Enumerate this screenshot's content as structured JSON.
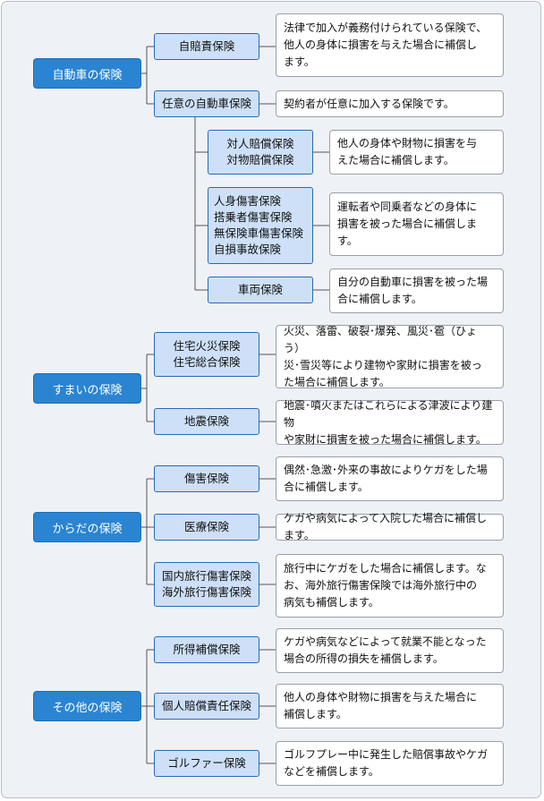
{
  "colors": {
    "category_bg": "#2a84d2",
    "item_bg": "#cde0f7",
    "item_border": "#2a6ab3",
    "line": "#555555"
  },
  "categories": [
    {
      "label": "自動車の保険"
    },
    {
      "label": "すまいの保険"
    },
    {
      "label": "からだの保険"
    },
    {
      "label": "その他の保険"
    }
  ],
  "items": [
    {
      "label": "自賠責保険",
      "desc": "法律で加入が義務付けられている保険で、\n他人の身体に損害を与えた場合に補償し\nます。"
    },
    {
      "label": "任意の自動車保険",
      "desc": "契約者が任意に加入する保険です。"
    },
    {
      "label": "対人賠償保険\n対物賠償保険",
      "desc": "他人の身体や財物に損害を与\nえた場合に補償します。"
    },
    {
      "label": "人身傷害保険\n搭乗者傷害保険\n無保険車傷害保険\n自損事故保険",
      "desc": "運転者や同乗者などの身体に\n損害を被った場合に補償しま\nす。"
    },
    {
      "label": "車両保険",
      "desc": "自分の自動車に損害を被った場\n合に補償します。"
    },
    {
      "label": "住宅火災保険\n住宅総合保険",
      "desc": "火災、落雷、破裂･爆発、風災･雹（ひょう）\n災･雪災等により建物や家財に損害を被っ\nた場合に補償します。"
    },
    {
      "label": "地震保険",
      "desc": "地震･噴火またはこれらによる津波により建物\nや家財に損害を被った場合に補償します。"
    },
    {
      "label": "傷害保険",
      "desc": "偶然･急激･外来の事故によりケガをした場\n合に補償します。"
    },
    {
      "label": "医療保険",
      "desc": "ケガや病気によって入院した場合に補償します。"
    },
    {
      "label": "国内旅行傷害保険\n海外旅行傷害保険",
      "desc": "旅行中にケガをした場合に補償します。な\nお、海外旅行傷害保険では海外旅行中の\n病気も補償します。"
    },
    {
      "label": "所得補償保険",
      "desc": "ケガや病気などによって就業不能となった\n場合の所得の損失を補償します。"
    },
    {
      "label": "個人賠償責任保険",
      "desc": "他人の身体や財物に損害を与えた場合に\n補償します。"
    },
    {
      "label": "ゴルファー保険",
      "desc": "ゴルフプレー中に発生した賠償事故やケガ\nなどを補償します。"
    }
  ]
}
